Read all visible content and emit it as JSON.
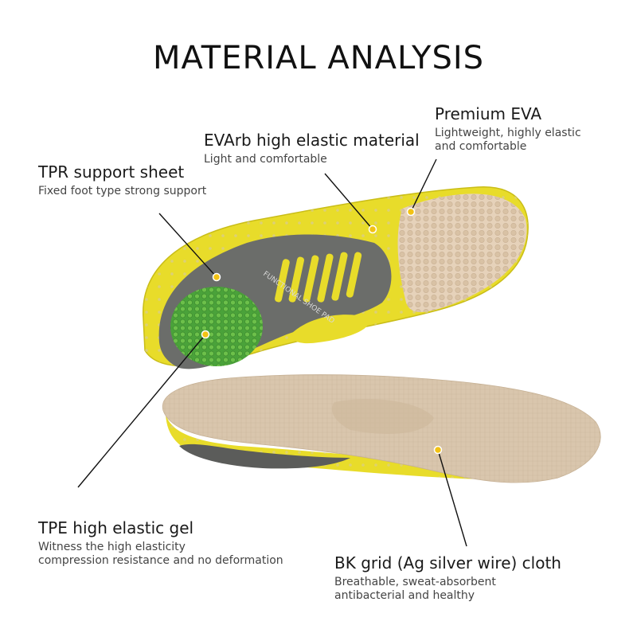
{
  "title": "MATERIAL ANALYSIS",
  "insole_text": "FUNCTIONAL SHOE PAD",
  "labels": {
    "tpr": {
      "heading": "TPR support sheet",
      "desc": "Fixed foot type strong support"
    },
    "evarb": {
      "heading": "EVArb high elastic material",
      "desc": "Light and comfortable"
    },
    "eva": {
      "heading": "Premium EVA",
      "desc_1": "Lightweight, highly elastic",
      "desc_2": "and comfortable"
    },
    "tpe": {
      "heading": "TPE high elastic gel",
      "desc_1": "Witness the high elasticity",
      "desc_2": "compression resistance and no deformation"
    },
    "bk": {
      "heading": "BK grid (Ag silver wire) cloth",
      "desc_1": "Breathable, sweat-absorbent",
      "desc_2": "antibacterial and healthy"
    }
  },
  "colors": {
    "yellow": "#e8dc2a",
    "gray": "#6b6d6a",
    "beige": "#e6d2ba",
    "gel_green": "#4aa23a",
    "marker": "#f2c214",
    "line": "#111111"
  }
}
